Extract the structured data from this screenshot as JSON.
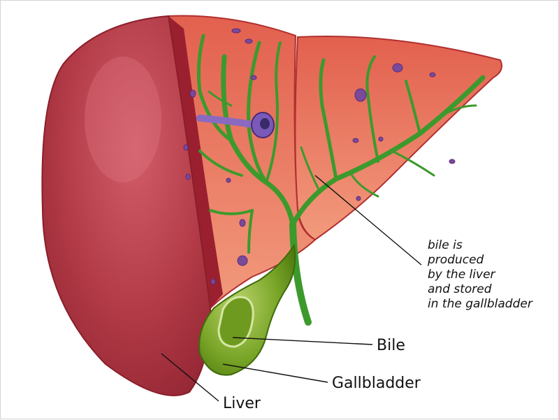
{
  "labels": {
    "bile": "Bile",
    "gallbladder": "Gallbladder",
    "liver": "Liver"
  },
  "caption_lines": [
    "bile is",
    "produced",
    "by the liver",
    "and stored",
    "in the gallbladder"
  ],
  "colors": {
    "liver_outer": "#a8303c",
    "liver_highlight": "#d05a66",
    "liver_cut": "#e07060",
    "liver_cut_light": "#f09078",
    "bile_duct": "#3a9a30",
    "gallbladder": "#6a9a1a",
    "vessel": "#7a4a9a",
    "leader_line": "#111111"
  }
}
